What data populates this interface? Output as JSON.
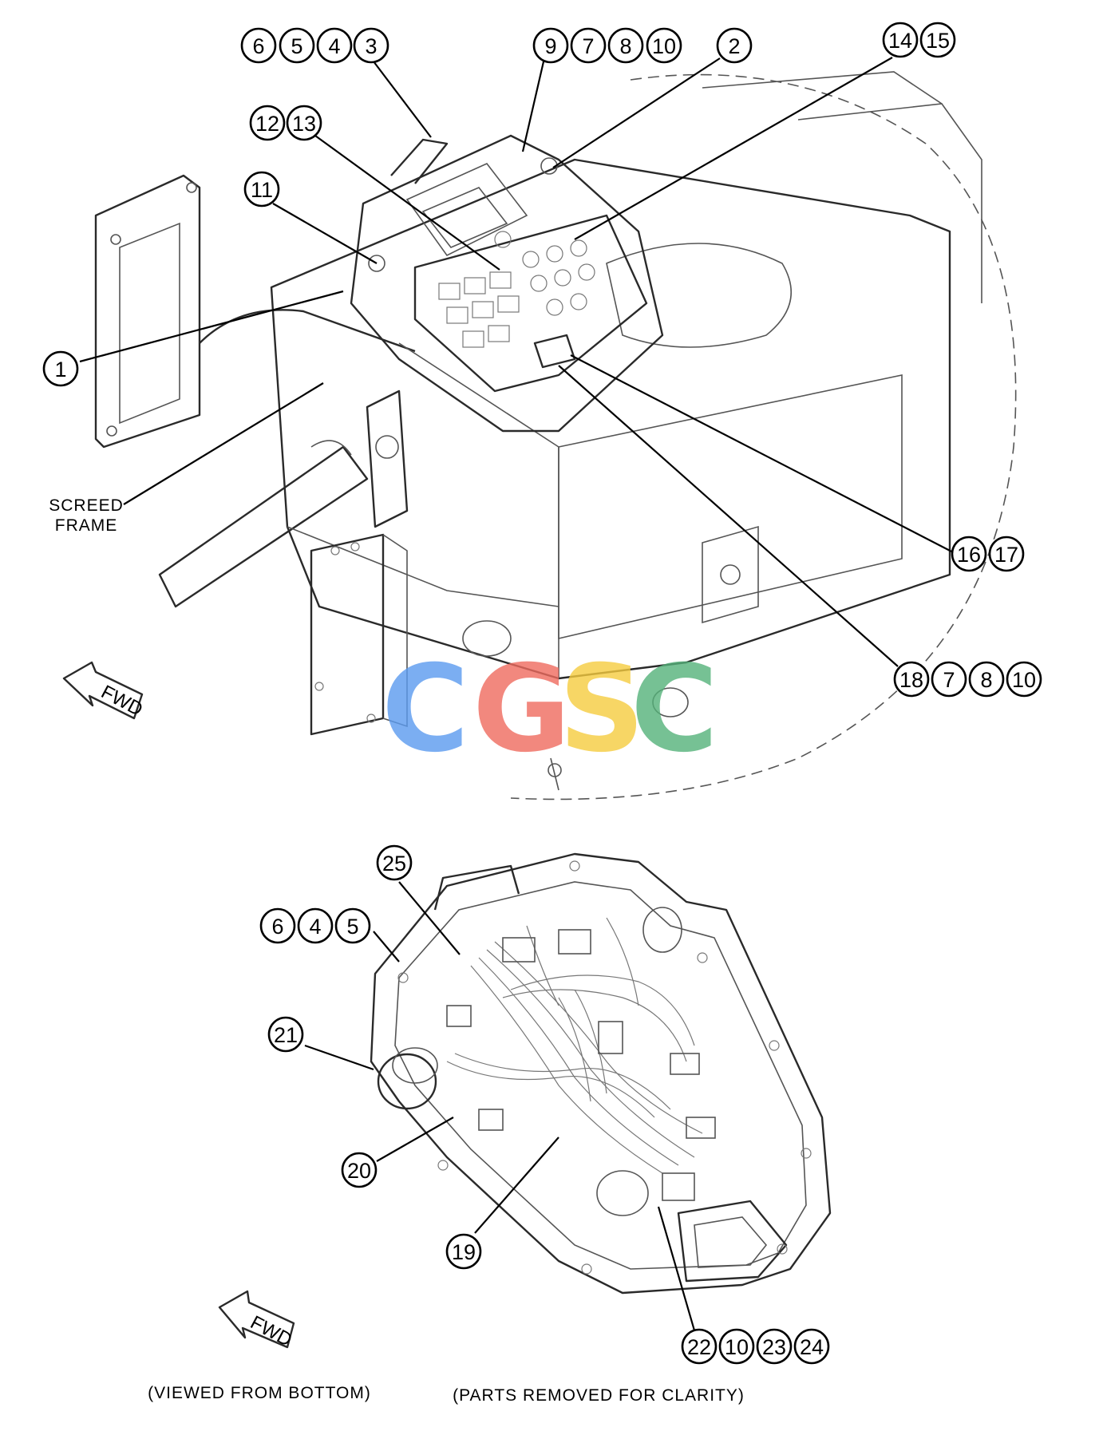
{
  "labels": {
    "screed_frame_line1": "SCREED",
    "screed_frame_line2": "FRAME",
    "fwd_top": "FWD",
    "fwd_bottom": "FWD",
    "viewed_from_bottom": "(VIEWED FROM BOTTOM)",
    "parts_removed": "(PARTS REMOVED FOR CLARITY)"
  },
  "watermark": {
    "letters": [
      "C",
      "G",
      "S",
      "C"
    ],
    "colors": [
      "#5b9bf0",
      "#ef6b5f",
      "#f6cc3f",
      "#55b27a"
    ]
  },
  "callouts": {
    "c6a": "6",
    "c5a": "5",
    "c4a": "4",
    "c3a": "3",
    "c9a": "9",
    "c7a": "7",
    "c8a": "8",
    "c10a": "10",
    "c2": "2",
    "c14": "14",
    "c15": "15",
    "c12": "12",
    "c13": "13",
    "c11": "11",
    "c1": "1",
    "c16": "16",
    "c17": "17",
    "c18": "18",
    "c7b": "7",
    "c8b": "8",
    "c10b": "10",
    "c25": "25",
    "c6b": "6",
    "c4b": "4",
    "c5b": "5",
    "c21": "21",
    "c20": "20",
    "c19": "19",
    "c22": "22",
    "c10c": "10",
    "c23": "23",
    "c24": "24"
  }
}
